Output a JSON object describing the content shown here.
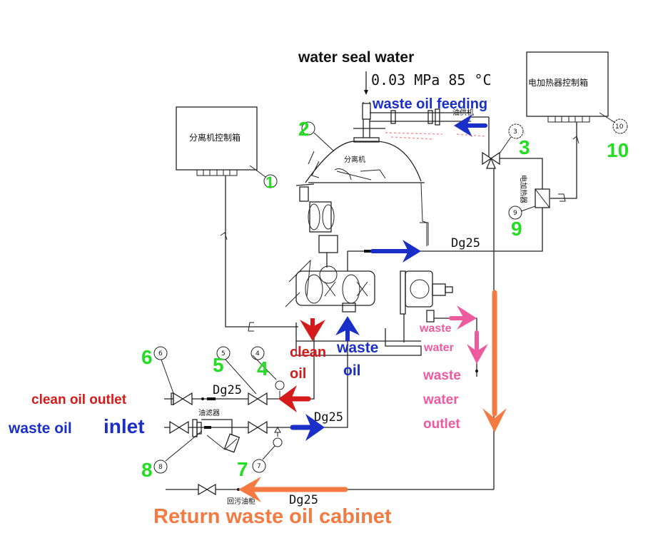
{
  "title": "Oil separator piping schematic",
  "colors": {
    "line": "#222222",
    "callout_green": "#22dd22",
    "clean_oil_red": "#d41a1a",
    "waste_oil_blue": "#1a2fc8",
    "waste_water_pink": "#ee5aa0",
    "return_orange": "#f47a42"
  },
  "spec": {
    "title": "water seal water",
    "pressure_temp": "0.03 MPa 85 °C"
  },
  "boxes": {
    "separator_control": "分离机控制箱",
    "heater_control": "电加热器控制箱",
    "separator": "分离机",
    "feed_pump": "油供机",
    "heater": "电加热器",
    "strainer": "油滤器",
    "return_tank": "回污油柜"
  },
  "pipe_sizes": [
    "Dg25",
    "Dg25",
    "Dg25",
    "Dg25"
  ],
  "callouts": [
    "1",
    "2",
    "3",
    "4",
    "5",
    "6",
    "7",
    "8",
    "9",
    "10"
  ],
  "flow_labels": {
    "waste_oil_feeding": "waste oil feeding",
    "clean_oil_1": "clean",
    "clean_oil_2": "oil",
    "waste_oil_1": "waste",
    "waste_oil_2": "oil",
    "waste_water_1": "waste",
    "waste_water_2": "water",
    "ww_outlet_1": "waste",
    "ww_outlet_2": "water",
    "ww_outlet_3": "outlet",
    "clean_oil_outlet": "clean oil outlet",
    "waste_oil_inlet_a": "waste oil",
    "waste_oil_inlet_b": "inlet",
    "return_cabinet": "Return waste oil cabinet"
  }
}
